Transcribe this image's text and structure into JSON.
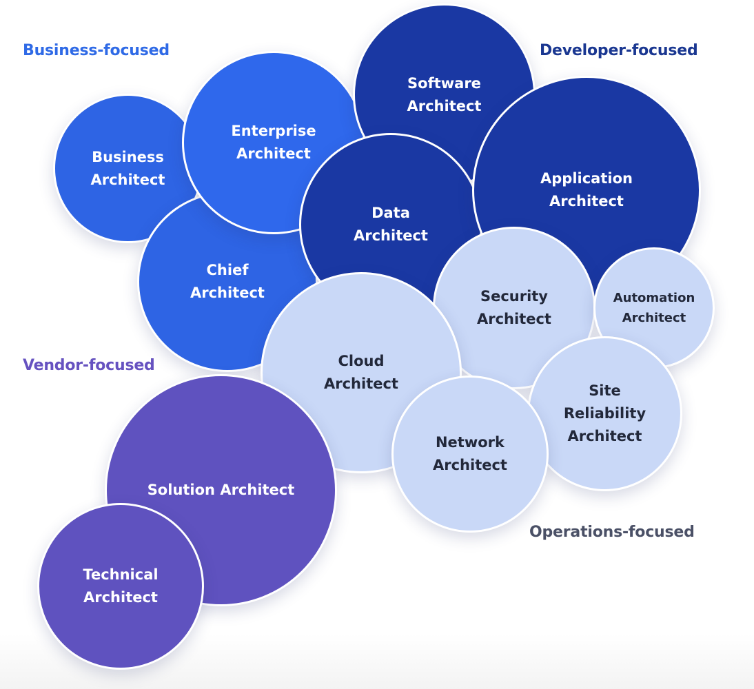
{
  "groups": {
    "business": {
      "label": "Business-focused",
      "color": "#2f6ae6"
    },
    "developer": {
      "label": "Developer-focused",
      "color": "#1a3791"
    },
    "vendor": {
      "label": "Vendor-focused",
      "color": "#6652c0"
    },
    "operations": {
      "label": "Operations-focused",
      "color": "#4a5066"
    }
  },
  "bubbles": {
    "business": {
      "label": "Business\nArchitect",
      "group": "business",
      "fill": "#2e64e4",
      "text_color": "#ffffff"
    },
    "chief": {
      "label": "Chief\nArchitect",
      "group": "business",
      "fill": "#2e64e4",
      "text_color": "#ffffff"
    },
    "enterprise": {
      "label": "Enterprise\nArchitect",
      "group": "business",
      "fill": "#2f68ec",
      "text_color": "#ffffff"
    },
    "software": {
      "label": "Software\nArchitect",
      "group": "developer",
      "fill": "#1a38a3",
      "text_color": "#ffffff"
    },
    "data": {
      "label": "Data\nArchitect",
      "group": "developer",
      "fill": "#1a38a3",
      "text_color": "#ffffff"
    },
    "application": {
      "label": "Application\nArchitect",
      "group": "developer",
      "fill": "#1a38a3",
      "text_color": "#ffffff"
    },
    "security": {
      "label": "Security\nArchitect",
      "group": "operations",
      "fill": "#c9d8f7",
      "text_color": "#22283a"
    },
    "automation": {
      "label": "Automation\nArchitect",
      "group": "operations",
      "fill": "#c9d8f7",
      "text_color": "#22283a"
    },
    "cloud": {
      "label": "Cloud\nArchitect",
      "group": "operations",
      "fill": "#c9d8f7",
      "text_color": "#22283a"
    },
    "site": {
      "label": "Site\nReliability\nArchitect",
      "group": "operations",
      "fill": "#c9d8f7",
      "text_color": "#22283a"
    },
    "network": {
      "label": "Network\nArchitect",
      "group": "operations",
      "fill": "#c9d8f7",
      "text_color": "#22283a"
    },
    "solution": {
      "label": "Solution Architect",
      "group": "vendor",
      "fill": "#5f52bf",
      "text_color": "#ffffff"
    },
    "technical": {
      "label": "Technical\nArchitect",
      "group": "vendor",
      "fill": "#5f52bf",
      "text_color": "#ffffff"
    }
  }
}
